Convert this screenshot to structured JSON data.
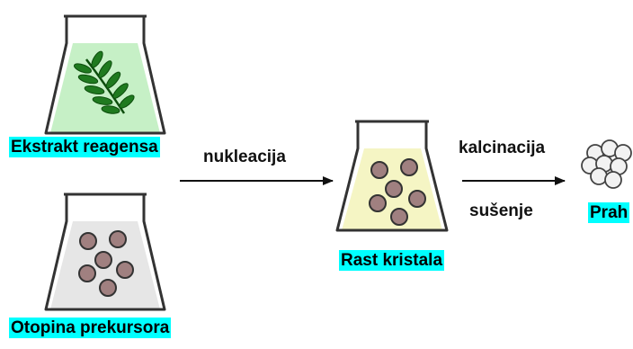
{
  "labels": {
    "extract": "Ekstrakt reagensa",
    "precursor": "Otopina prekursora",
    "growth": "Rast kristala",
    "powder": "Prah"
  },
  "steps": {
    "nucleation": "nukleacija",
    "calcination": "kalcinacija",
    "drying": "sušenje"
  },
  "colors": {
    "highlight": "#00ffff",
    "extract_liquid": "#c6f0c6",
    "precursor_liquid": "#e6e6e6",
    "growth_liquid": "#f5f5c4",
    "particle": "#a08080",
    "leaf": "#1f7a1f"
  },
  "icons": {
    "flask": "erlenmeyer-flask-icon",
    "leaf": "fern-leaf-icon",
    "particles": "particle-cluster-icon",
    "powder": "powder-spheres-icon"
  }
}
